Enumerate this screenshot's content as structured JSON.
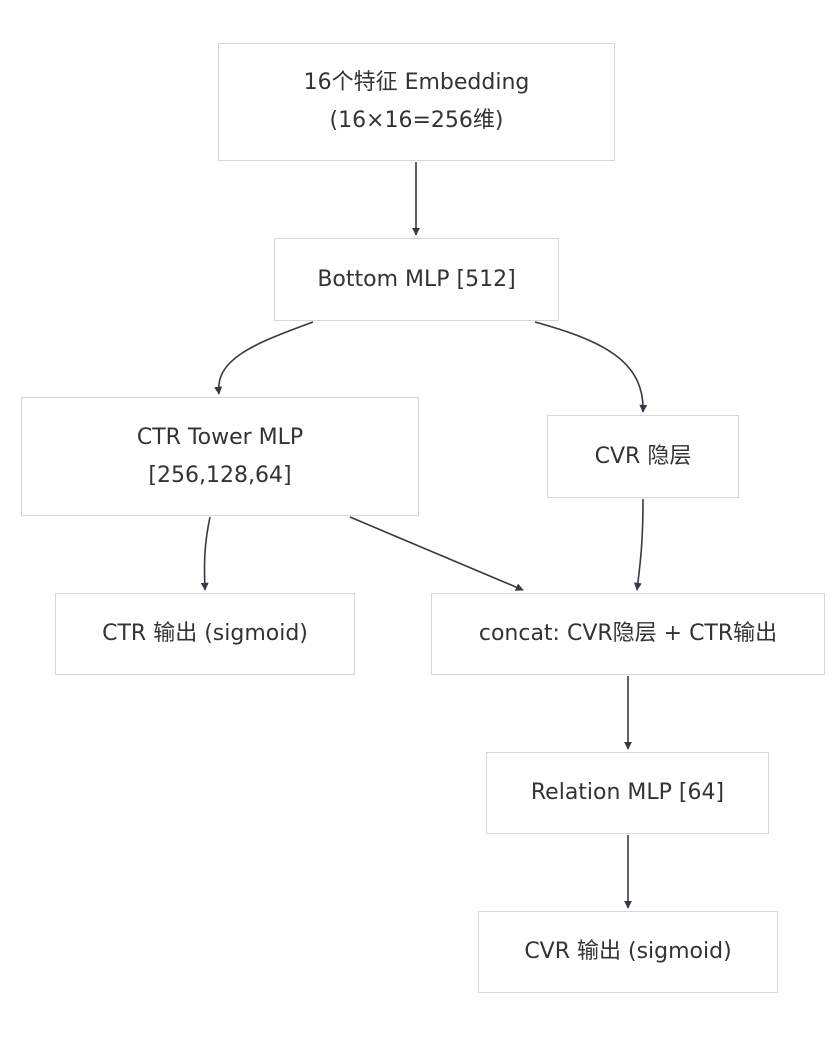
{
  "nodes": {
    "embedding": {
      "lines": [
        "16个特征 Embedding",
        "(16×16=256维)"
      ]
    },
    "bottom_mlp": {
      "label": "Bottom MLP [512]"
    },
    "ctr_tower": {
      "lines": [
        "CTR Tower MLP",
        "[256,128,64]"
      ]
    },
    "cvr_hidden": {
      "label": "CVR 隐层"
    },
    "ctr_output": {
      "label": "CTR 输出 (sigmoid)"
    },
    "concat": {
      "label": "concat: CVR隐层 + CTR输出"
    },
    "relation_mlp": {
      "label": "Relation MLP [64]"
    },
    "cvr_output": {
      "label": "CVR 输出 (sigmoid)"
    }
  },
  "edges": [
    {
      "from": "embedding",
      "to": "bottom_mlp"
    },
    {
      "from": "bottom_mlp",
      "to": "ctr_tower"
    },
    {
      "from": "bottom_mlp",
      "to": "cvr_hidden"
    },
    {
      "from": "ctr_tower",
      "to": "ctr_output"
    },
    {
      "from": "ctr_tower",
      "to": "concat"
    },
    {
      "from": "cvr_hidden",
      "to": "concat"
    },
    {
      "from": "concat",
      "to": "relation_mlp"
    },
    {
      "from": "relation_mlp",
      "to": "cvr_output"
    }
  ],
  "colors": {
    "edge": "#333a45",
    "node_border": "#d7d7d7",
    "text": "#333333",
    "background": "#ffffff"
  }
}
